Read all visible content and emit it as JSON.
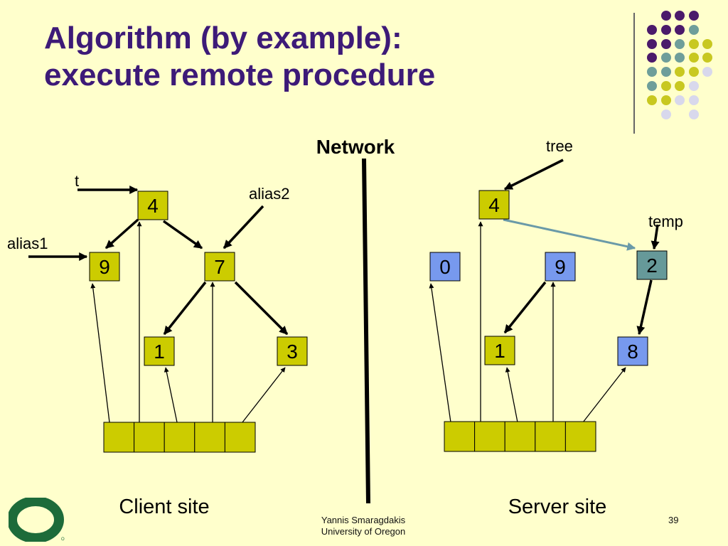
{
  "slide": {
    "title_line1": "Algorithm (by example):",
    "title_line2": "execute remote procedure",
    "network_label": "Network",
    "footer_author": "Yannis Smaragdakis",
    "footer_affiliation": "University of Oregon",
    "page_number": "39",
    "logo_letter": "O"
  },
  "colors": {
    "background": "#FFFFCC",
    "title": "#3D1A78",
    "node_olive": "#CCCC00",
    "node_blue": "#7799EE",
    "node_teal": "#669999",
    "arrow_teal": "#6A9AA8",
    "logo_green": "#1D6B3A",
    "deco_purple": "#4B1A6B",
    "deco_teal": "#6E9E9A",
    "deco_yellow": "#C8C820",
    "deco_lavender": "#D8D8EC"
  },
  "client": {
    "site_label": "Client site",
    "nodes": {
      "root": "4",
      "left": "9",
      "right": "7",
      "right_left": "1",
      "right_right": "3"
    },
    "pointers": {
      "t": "t",
      "alias1": "alias1",
      "alias2": "alias2"
    },
    "table_cells": 5
  },
  "server": {
    "site_label": "Server site",
    "nodes": {
      "root": "4",
      "zero": "0",
      "nine": "9",
      "temp_node": "2",
      "one": "1",
      "eight": "8"
    },
    "pointers": {
      "tree": "tree",
      "temp": "temp"
    },
    "table_cells": 5
  }
}
